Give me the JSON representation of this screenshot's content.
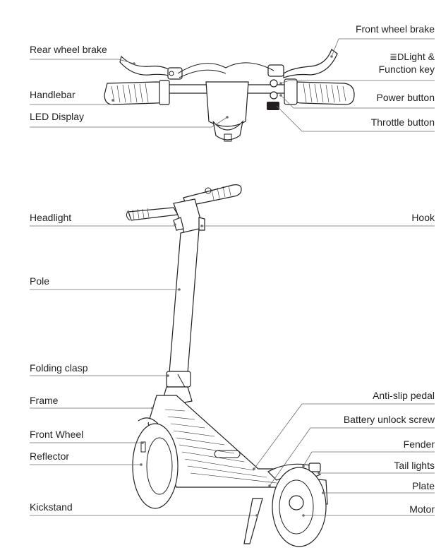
{
  "labels": {
    "front_wheel_brake": "Front wheel brake",
    "rear_wheel_brake": "Rear wheel brake",
    "light_function_key": "Light &",
    "light_function_key_line2": "Function key",
    "handlebar": "Handlebar",
    "power_button": "Power button",
    "led_display": "LED Display",
    "throttle_button": "Throttle button",
    "headlight": "Headlight",
    "hook": "Hook",
    "pole": "Pole",
    "folding_clasp": "Folding clasp",
    "frame": "Frame",
    "anti_slip_pedal": "Anti-slip pedal",
    "battery_unlock_screw": "Battery unlock screw",
    "front_wheel": "Front Wheel",
    "fender": "Fender",
    "reflector": "Reflector",
    "tail_lights": "Tail lights",
    "plate": "Plate",
    "kickstand": "Kickstand",
    "motor": "Motor"
  },
  "icons": {
    "light_symbol": "headlight-symbol-icon"
  }
}
